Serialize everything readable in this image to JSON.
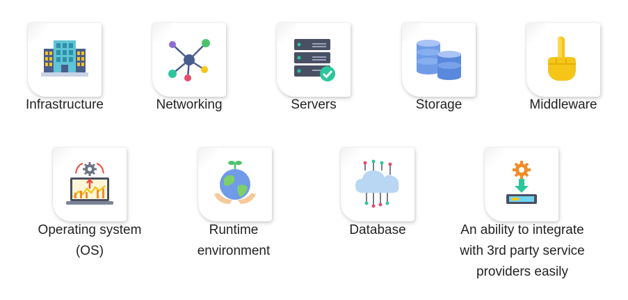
{
  "row1": [
    {
      "id": "infrastructure",
      "label": "Infrastructure",
      "icon": "building-icon"
    },
    {
      "id": "networking",
      "label": "Networking",
      "icon": "network-nodes-icon"
    },
    {
      "id": "servers",
      "label": "Servers",
      "icon": "server-rack-icon"
    },
    {
      "id": "storage",
      "label": "Storage",
      "icon": "database-cylinders-icon"
    },
    {
      "id": "middleware",
      "label": "Middleware",
      "icon": "pointing-hand-icon"
    }
  ],
  "row2": [
    {
      "id": "os",
      "lines": [
        "Operating system",
        "(OS)"
      ],
      "icon": "laptop-gear-icon"
    },
    {
      "id": "runtime",
      "lines": [
        "Runtime",
        "environment"
      ],
      "icon": "globe-in-hands-icon"
    },
    {
      "id": "database",
      "lines": [
        "Database"
      ],
      "icon": "cloud-circuit-icon"
    },
    {
      "id": "integration",
      "lines": [
        "An ability to integrate",
        "with 3rd party service",
        "providers easily"
      ],
      "icon": "gear-device-icon"
    }
  ],
  "colors": {
    "text": "#222222",
    "card_bg": "#ffffff",
    "accent_blue": "#6f9be8",
    "accent_yellow": "#f5c518",
    "accent_orange": "#f28c28",
    "accent_green": "#2cc69b"
  }
}
